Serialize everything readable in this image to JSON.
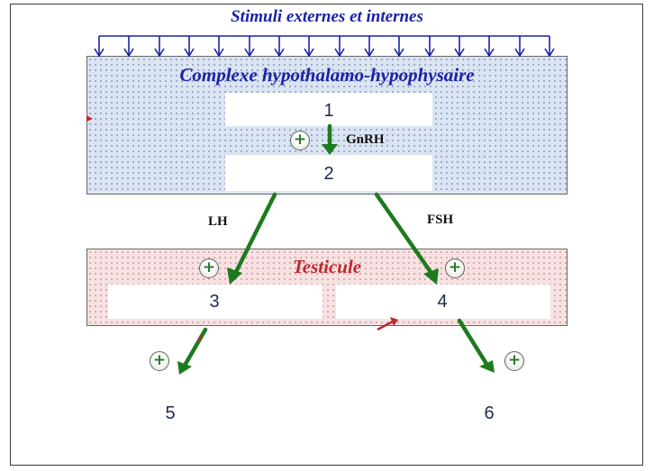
{
  "diagram": {
    "stimuli_title": "Stimuli externes et internes",
    "hypothalamus_label": "Complexe hypothalamo-hypophysaire",
    "testicule_label": "Testicule",
    "hormones": {
      "gnrh": "GnRH",
      "lh": "LH",
      "fsh": "FSH"
    },
    "boxes": [
      "1",
      "2",
      "3",
      "4"
    ],
    "outputs": [
      "5",
      "6"
    ],
    "plus_symbol": "+",
    "colors": {
      "stimuli_blue": "#1a22a8",
      "testicule_red": "#c0282e",
      "arrow_green": "#1e7a1e"
    }
  }
}
